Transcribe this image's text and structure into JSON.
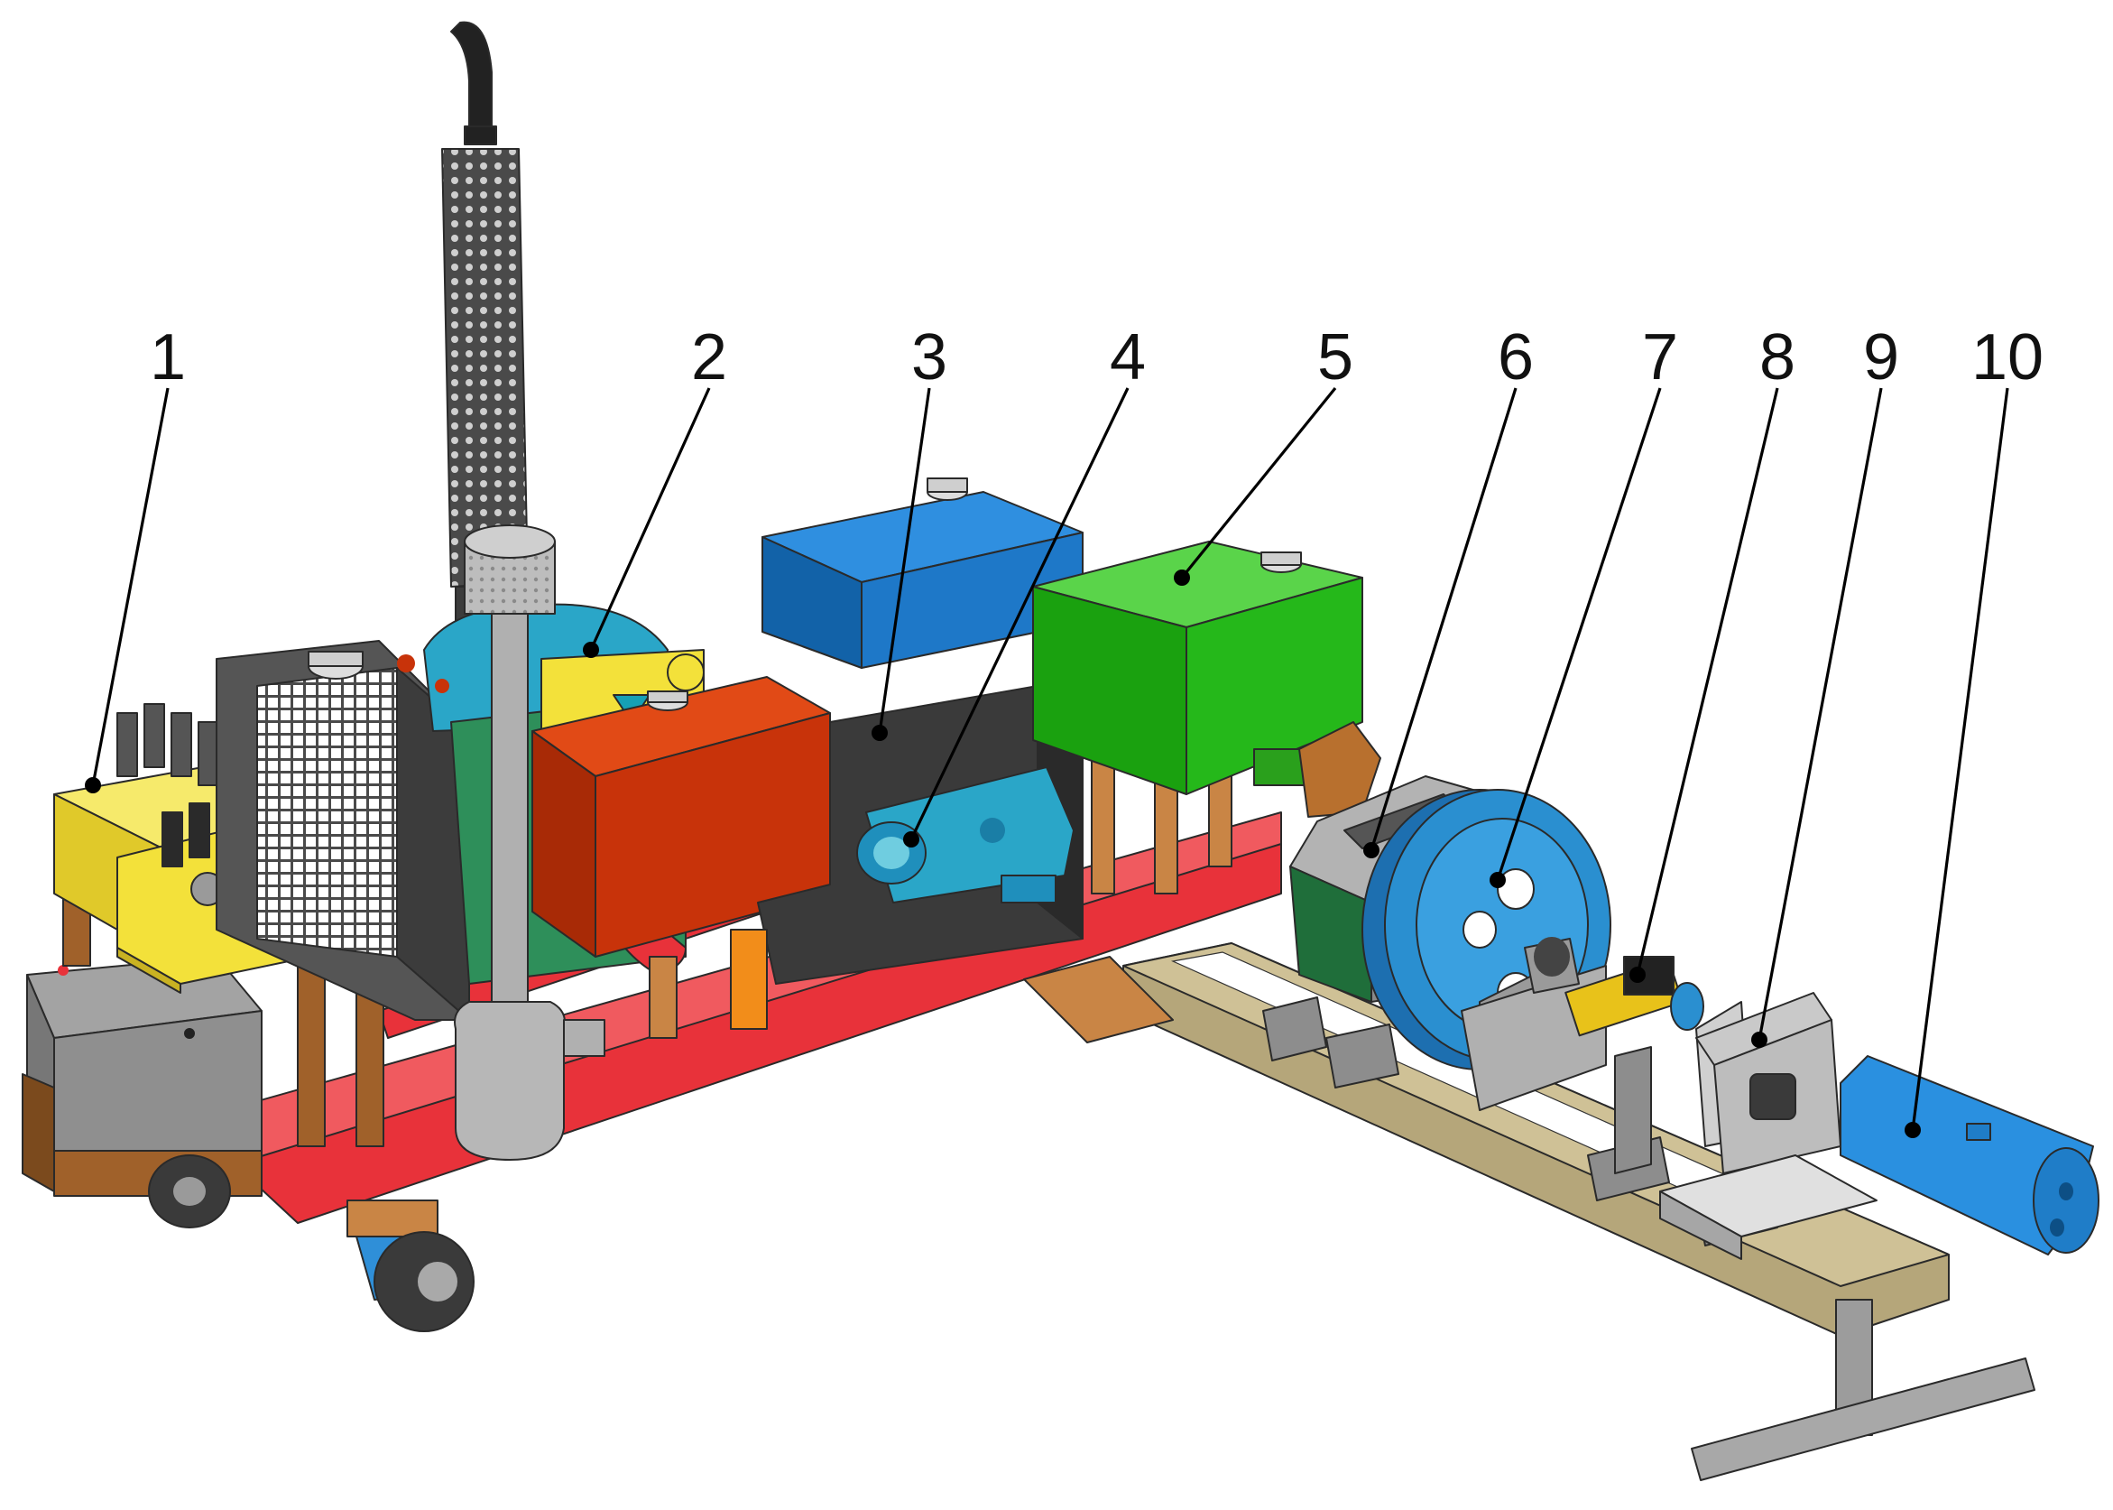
{
  "callouts": [
    {
      "label": "1"
    },
    {
      "label": "2"
    },
    {
      "label": "3"
    },
    {
      "label": "4"
    },
    {
      "label": "5"
    },
    {
      "label": "6"
    },
    {
      "label": "7"
    },
    {
      "label": "8"
    },
    {
      "label": "9"
    },
    {
      "label": "10"
    }
  ],
  "colors": {
    "valve_block": "#f3e13a",
    "battery": "#8f8f8f",
    "engine_cyan": "#2aa6c8",
    "tank_orange": "#c8330a",
    "bar_dark": "#3a3a3a",
    "blue_tank": "#1e78c8",
    "green_tank": "#25b81a",
    "frame_red": "#e8323a",
    "gearbox": "#9a9a9a",
    "pulley_blue": "#2a8fd0",
    "coupling_yellow": "#e8c21a",
    "aux_gray": "#bdbdbd",
    "cooler_blue": "#2a90e0",
    "test_frame": "#b5a67a",
    "stand_gray": "#9c9c9c",
    "exhaust_dark": "#3c3c3c"
  }
}
